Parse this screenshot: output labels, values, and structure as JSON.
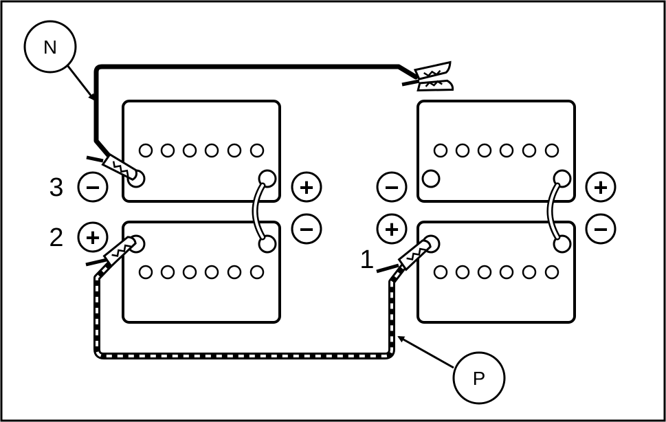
{
  "callouts": {
    "negative": "N",
    "positive": "P"
  },
  "clamp_order": {
    "first": "1",
    "second": "2",
    "third": "3"
  },
  "signs": {
    "plus": "+",
    "minus": "−"
  },
  "batteries": [
    {
      "id": "dead-upper",
      "cells": 6,
      "top_terminal": "negative",
      "bottom_terminal": "positive"
    },
    {
      "id": "dead-lower",
      "cells": 6,
      "top_terminal": "positive",
      "bottom_terminal": "negative"
    },
    {
      "id": "booster-upper",
      "cells": 6,
      "top_terminal": "negative",
      "bottom_terminal": "positive"
    },
    {
      "id": "booster-lower",
      "cells": 6,
      "top_terminal": "positive",
      "bottom_terminal": "negative"
    }
  ],
  "colors": {
    "ink": "#000000",
    "paper": "#ffffff"
  }
}
